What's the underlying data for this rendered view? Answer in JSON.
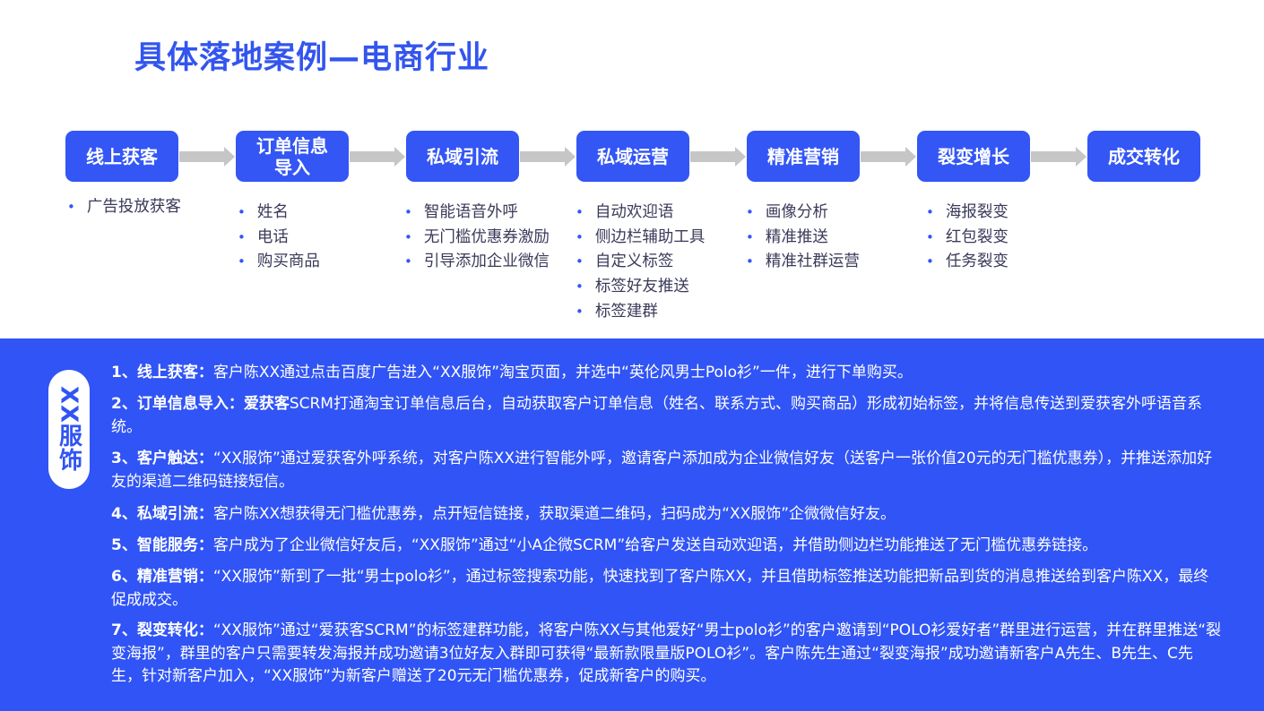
{
  "page": {
    "title": "具体落地案例—电商行业"
  },
  "flow": {
    "steps": [
      {
        "label": "线上获客",
        "items": [
          "广告投放获客"
        ]
      },
      {
        "label": "订单信息导入",
        "items": [
          "姓名",
          "电话",
          "购买商品"
        ]
      },
      {
        "label": "私域引流",
        "items": [
          "智能语音外呼",
          "无门槛优惠券激励",
          "引导添加企业微信"
        ]
      },
      {
        "label": "私域运营",
        "items": [
          "自动欢迎语",
          "侧边栏辅助工具",
          "自定义标签",
          "标签好友推送",
          "标签建群"
        ]
      },
      {
        "label": "精准营销",
        "items": [
          "画像分析",
          "精准推送",
          "精准社群运营"
        ]
      },
      {
        "label": "裂变增长",
        "items": [
          "海报裂变",
          "红包裂变",
          "任务裂变"
        ]
      },
      {
        "label": "成交转化",
        "items": []
      }
    ]
  },
  "case": {
    "badge": "XX服饰",
    "paragraphs": [
      {
        "heading": "1、线上获客：",
        "text": "客户陈XX通过点击百度广告进入“XX服饰”淘宝页面，并选中“英伦风男士Polo衫”一件，进行下单购买。"
      },
      {
        "heading": "2、订单信息导入：爱获客",
        "text": "SCRM打通淘宝订单信息后台，自动获取客户订单信息（姓名、联系方式、购买商品）形成初始标签，并将信息传送到爱获客外呼语音系统。"
      },
      {
        "heading": "3、客户触达：",
        "text": "“XX服饰”通过爱获客外呼系统，对客户陈XX进行智能外呼，邀请客户添加成为企业微信好友（送客户一张价值20元的无门槛优惠券），并推送添加好友的渠道二维码链接短信。"
      },
      {
        "heading": "4、私域引流：",
        "text": "客户陈XX想获得无门槛优惠券，点开短信链接，获取渠道二维码，扫码成为“XX服饰”企微微信好友。"
      },
      {
        "heading": "5、智能服务：",
        "text": "客户成为了企业微信好友后，“XX服饰”通过“小A企微SCRM”给客户发送自动欢迎语，并借助侧边栏功能推送了无门槛优惠券链接。"
      },
      {
        "heading": "6、精准营销：",
        "text": "“XX服饰”新到了一批“男士polo衫”，通过标签搜索功能，快速找到了客户陈XX，并且借助标签推送功能把新品到货的消息推送给到客户陈XX，最终促成成交。"
      },
      {
        "heading": "7、裂变转化：",
        "text": "“XX服饰”通过“爱获客SCRM”的标签建群功能，将客户陈XX与其他爱好“男士polo衫”的客户邀请到“POLO衫爱好者”群里进行运营，并在群里推送“裂变海报”，群里的客户只需要转发海报并成功邀请3位好友入群即可获得“最新款限量版POLO衫”。客户陈先生通过“裂变海报”成功邀请新客户A先生、B先生、C先生，针对新客户加入，“XX服饰”为新客户赠送了20元无门槛优惠券，促成新客户的购买。"
      }
    ]
  }
}
